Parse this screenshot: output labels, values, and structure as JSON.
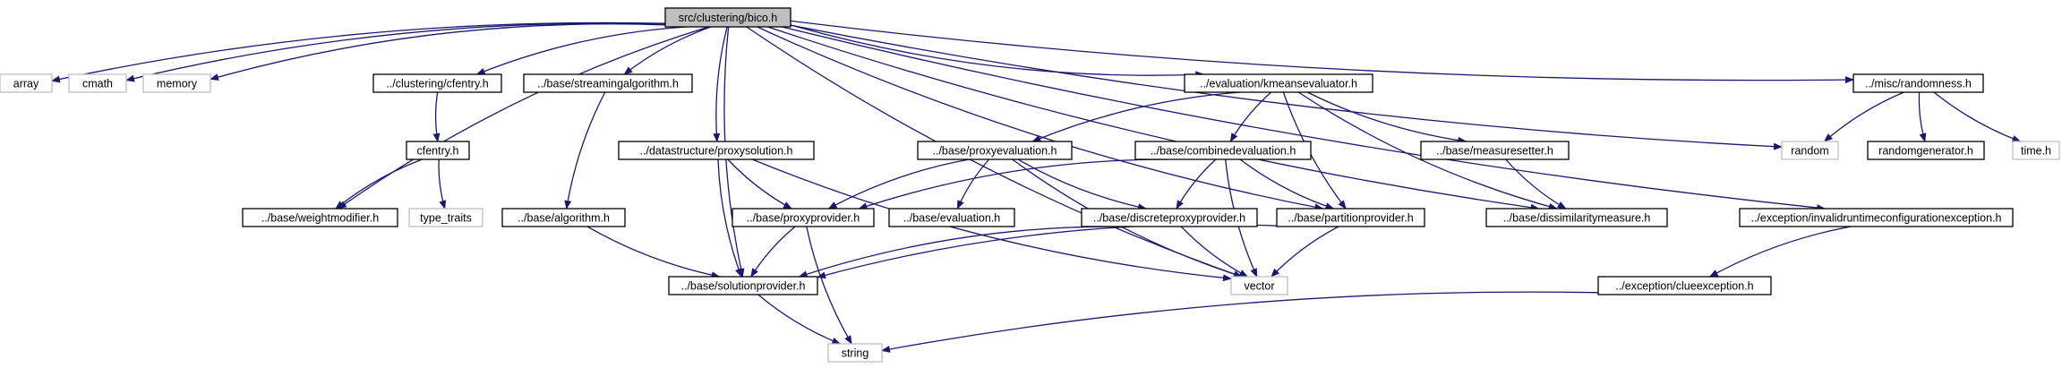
{
  "title": "src/clustering/bico.h",
  "colors": {
    "edge": "#191970",
    "root_fill": "#bfbfbf",
    "node_fill": "#ffffff",
    "documented_border": "#000000",
    "undocumented_border": "#bfbfbf"
  },
  "nodes": [
    {
      "id": "root",
      "label": "src/clustering/bico.h",
      "kind": "root"
    },
    {
      "id": "array",
      "label": "array",
      "kind": "external"
    },
    {
      "id": "cmath",
      "label": "cmath",
      "kind": "external"
    },
    {
      "id": "memory",
      "label": "memory",
      "kind": "external"
    },
    {
      "id": "cfentry_rel",
      "label": "../clustering/cfentry.h",
      "kind": "documented"
    },
    {
      "id": "streaming",
      "label": "../base/streamingalgorithm.h",
      "kind": "documented"
    },
    {
      "id": "kmeanseval",
      "label": "../evaluation/kmeansevaluator.h",
      "kind": "documented"
    },
    {
      "id": "randomness",
      "label": "../misc/randomness.h",
      "kind": "documented"
    },
    {
      "id": "cfentry",
      "label": "cfentry.h",
      "kind": "documented"
    },
    {
      "id": "proxysolution",
      "label": "../datastructure/proxysolution.h",
      "kind": "documented"
    },
    {
      "id": "proxyevaluation",
      "label": "../base/proxyevaluation.h",
      "kind": "documented"
    },
    {
      "id": "combinedeval",
      "label": "../base/combinedevaluation.h",
      "kind": "documented"
    },
    {
      "id": "measuresetter",
      "label": "../base/measuresetter.h",
      "kind": "documented"
    },
    {
      "id": "random",
      "label": "random",
      "kind": "external"
    },
    {
      "id": "randomgenerator",
      "label": "randomgenerator.h",
      "kind": "documented"
    },
    {
      "id": "timeh",
      "label": "time.h",
      "kind": "external"
    },
    {
      "id": "weightmodifier",
      "label": "../base/weightmodifier.h",
      "kind": "documented"
    },
    {
      "id": "type_traits",
      "label": "type_traits",
      "kind": "external"
    },
    {
      "id": "algorithm",
      "label": "../base/algorithm.h",
      "kind": "documented"
    },
    {
      "id": "proxyprovider",
      "label": "../base/proxyprovider.h",
      "kind": "documented"
    },
    {
      "id": "evaluation",
      "label": "../base/evaluation.h",
      "kind": "documented"
    },
    {
      "id": "discreteproxy",
      "label": "../base/discreteproxyprovider.h",
      "kind": "documented"
    },
    {
      "id": "partitionprovider",
      "label": "../base/partitionprovider.h",
      "kind": "documented"
    },
    {
      "id": "dissimilarity",
      "label": "../base/dissimilaritymeasure.h",
      "kind": "documented"
    },
    {
      "id": "invalidruntime",
      "label": "../exception/invalidruntimeconfigurationexception.h",
      "kind": "documented"
    },
    {
      "id": "solutionprovider",
      "label": "../base/solutionprovider.h",
      "kind": "documented"
    },
    {
      "id": "vector",
      "label": "vector",
      "kind": "external"
    },
    {
      "id": "clueexception",
      "label": "../exception/clueexception.h",
      "kind": "documented"
    },
    {
      "id": "string",
      "label": "string",
      "kind": "external"
    }
  ],
  "edges": [
    [
      "root",
      "array"
    ],
    [
      "root",
      "cmath"
    ],
    [
      "root",
      "memory"
    ],
    [
      "root",
      "cfentry_rel"
    ],
    [
      "root",
      "streaming"
    ],
    [
      "root",
      "kmeanseval"
    ],
    [
      "root",
      "randomness"
    ],
    [
      "root",
      "random"
    ],
    [
      "root",
      "weightmodifier"
    ],
    [
      "root",
      "solutionprovider"
    ],
    [
      "root",
      "proxysolution"
    ],
    [
      "root",
      "partitionprovider"
    ],
    [
      "root",
      "dissimilarity"
    ],
    [
      "root",
      "vector"
    ],
    [
      "root",
      "invalidruntime"
    ],
    [
      "cfentry_rel",
      "cfentry"
    ],
    [
      "cfentry",
      "weightmodifier"
    ],
    [
      "cfentry",
      "type_traits"
    ],
    [
      "streaming",
      "algorithm"
    ],
    [
      "algorithm",
      "solutionprovider"
    ],
    [
      "proxysolution",
      "proxyprovider"
    ],
    [
      "proxysolution",
      "solutionprovider"
    ],
    [
      "proxysolution",
      "vector"
    ],
    [
      "kmeanseval",
      "proxyevaluation"
    ],
    [
      "kmeanseval",
      "combinedeval"
    ],
    [
      "kmeanseval",
      "measuresetter"
    ],
    [
      "kmeanseval",
      "partitionprovider"
    ],
    [
      "kmeanseval",
      "dissimilarity"
    ],
    [
      "proxyevaluation",
      "proxyprovider"
    ],
    [
      "proxyevaluation",
      "evaluation"
    ],
    [
      "proxyevaluation",
      "discreteproxy"
    ],
    [
      "proxyevaluation",
      "vector"
    ],
    [
      "combinedeval",
      "proxyprovider"
    ],
    [
      "combinedeval",
      "discreteproxy"
    ],
    [
      "combinedeval",
      "partitionprovider"
    ],
    [
      "combinedeval",
      "vector"
    ],
    [
      "measuresetter",
      "dissimilarity"
    ],
    [
      "proxyprovider",
      "solutionprovider"
    ],
    [
      "proxyprovider",
      "string"
    ],
    [
      "discreteproxy",
      "solutionprovider"
    ],
    [
      "discreteproxy",
      "vector"
    ],
    [
      "partitionprovider",
      "solutionprovider"
    ],
    [
      "partitionprovider",
      "vector"
    ],
    [
      "solutionprovider",
      "string"
    ],
    [
      "randomness",
      "random"
    ],
    [
      "randomness",
      "randomgenerator"
    ],
    [
      "randomness",
      "timeh"
    ],
    [
      "invalidruntime",
      "clueexception"
    ],
    [
      "clueexception",
      "string"
    ]
  ]
}
